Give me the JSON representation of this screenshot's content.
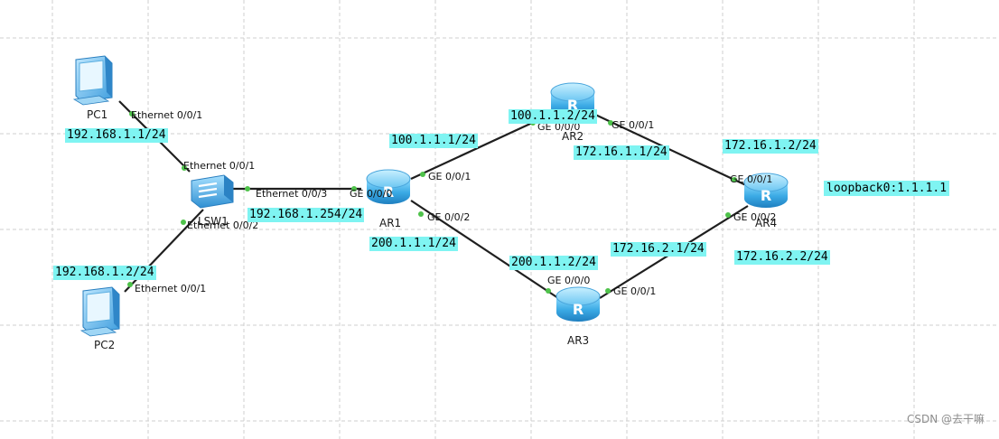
{
  "nodes": {
    "pc1": "PC1",
    "pc2": "PC2",
    "lsw1": "LSW1",
    "ar1": "AR1",
    "ar2": "AR2",
    "ar3": "AR3",
    "ar4": "AR4"
  },
  "router_glyph": "R",
  "ports": {
    "pc1_eth": "Ethernet 0/0/1",
    "lsw1_eth1": "Ethernet 0/0/1",
    "lsw1_eth2": "Ethernet 0/0/2",
    "lsw1_eth3": "Ethernet 0/0/3",
    "pc2_eth": "Ethernet 0/0/1",
    "ar1_ge000": "GE 0/0/0",
    "ar1_ge001": "GE 0/0/1",
    "ar1_ge002": "GE 0/0/2",
    "ar2_ge000": "GE 0/0/0",
    "ar2_ge001": "GE 0/0/1",
    "ar3_ge000": "GE 0/0/0",
    "ar3_ge001": "GE 0/0/1",
    "ar4_ge001": "GE 0/0/1",
    "ar4_ge002": "GE 0/0/2"
  },
  "ips": {
    "pc1": "192.168.1.1/24",
    "pc2": "192.168.1.2/24",
    "ar1_gw": "192.168.1.254/24",
    "ar1_to_ar2": "100.1.1.1/24",
    "ar2_to_ar1": "100.1.1.2/24",
    "ar1_to_ar3": "200.1.1.1/24",
    "ar3_to_ar1": "200.1.1.2/24",
    "ar2_to_ar4": "172.16.1.1/24",
    "ar4_to_ar2": "172.16.1.2/24",
    "ar3_to_ar4": "172.16.2.1/24",
    "ar4_to_ar3": "172.16.2.2/24",
    "loopback": "loopback0:1.1.1.1"
  },
  "watermark": "CSDN @去干嘛",
  "colors": {
    "ip_highlight": "#7ff4f2",
    "port_dot": "#4ec24a",
    "router_blue": "#3aa9e4",
    "link": "#1f1f1f"
  },
  "icons": {
    "pc": "pc-icon",
    "switch": "switch-icon",
    "router": "router-icon"
  }
}
